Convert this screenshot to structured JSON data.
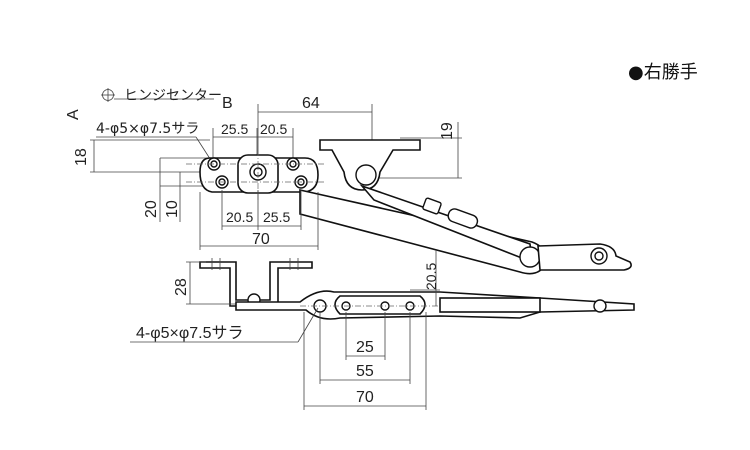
{
  "title": {
    "hand": "●右勝手"
  },
  "labels": {
    "hinge_center": "ヒンジセンター",
    "mark_a": "A",
    "mark_b": "B",
    "washer_top": "4-φ5×φ7.5サラ",
    "washer_bottom": "4-φ5×φ7.5サラ"
  },
  "dimensions": {
    "d64": "64",
    "d19": "19",
    "d25_5_top": "25.5",
    "d20_5_top": "20.5",
    "d18": "18",
    "d20": "20",
    "d10": "10",
    "d20_5_bottom": "20.5",
    "d25_5_bottom": "25.5",
    "d70_top": "70",
    "d28": "28",
    "d20_5_side": "20.5",
    "d25": "25",
    "d55": "55",
    "d70_bottom": "70"
  }
}
